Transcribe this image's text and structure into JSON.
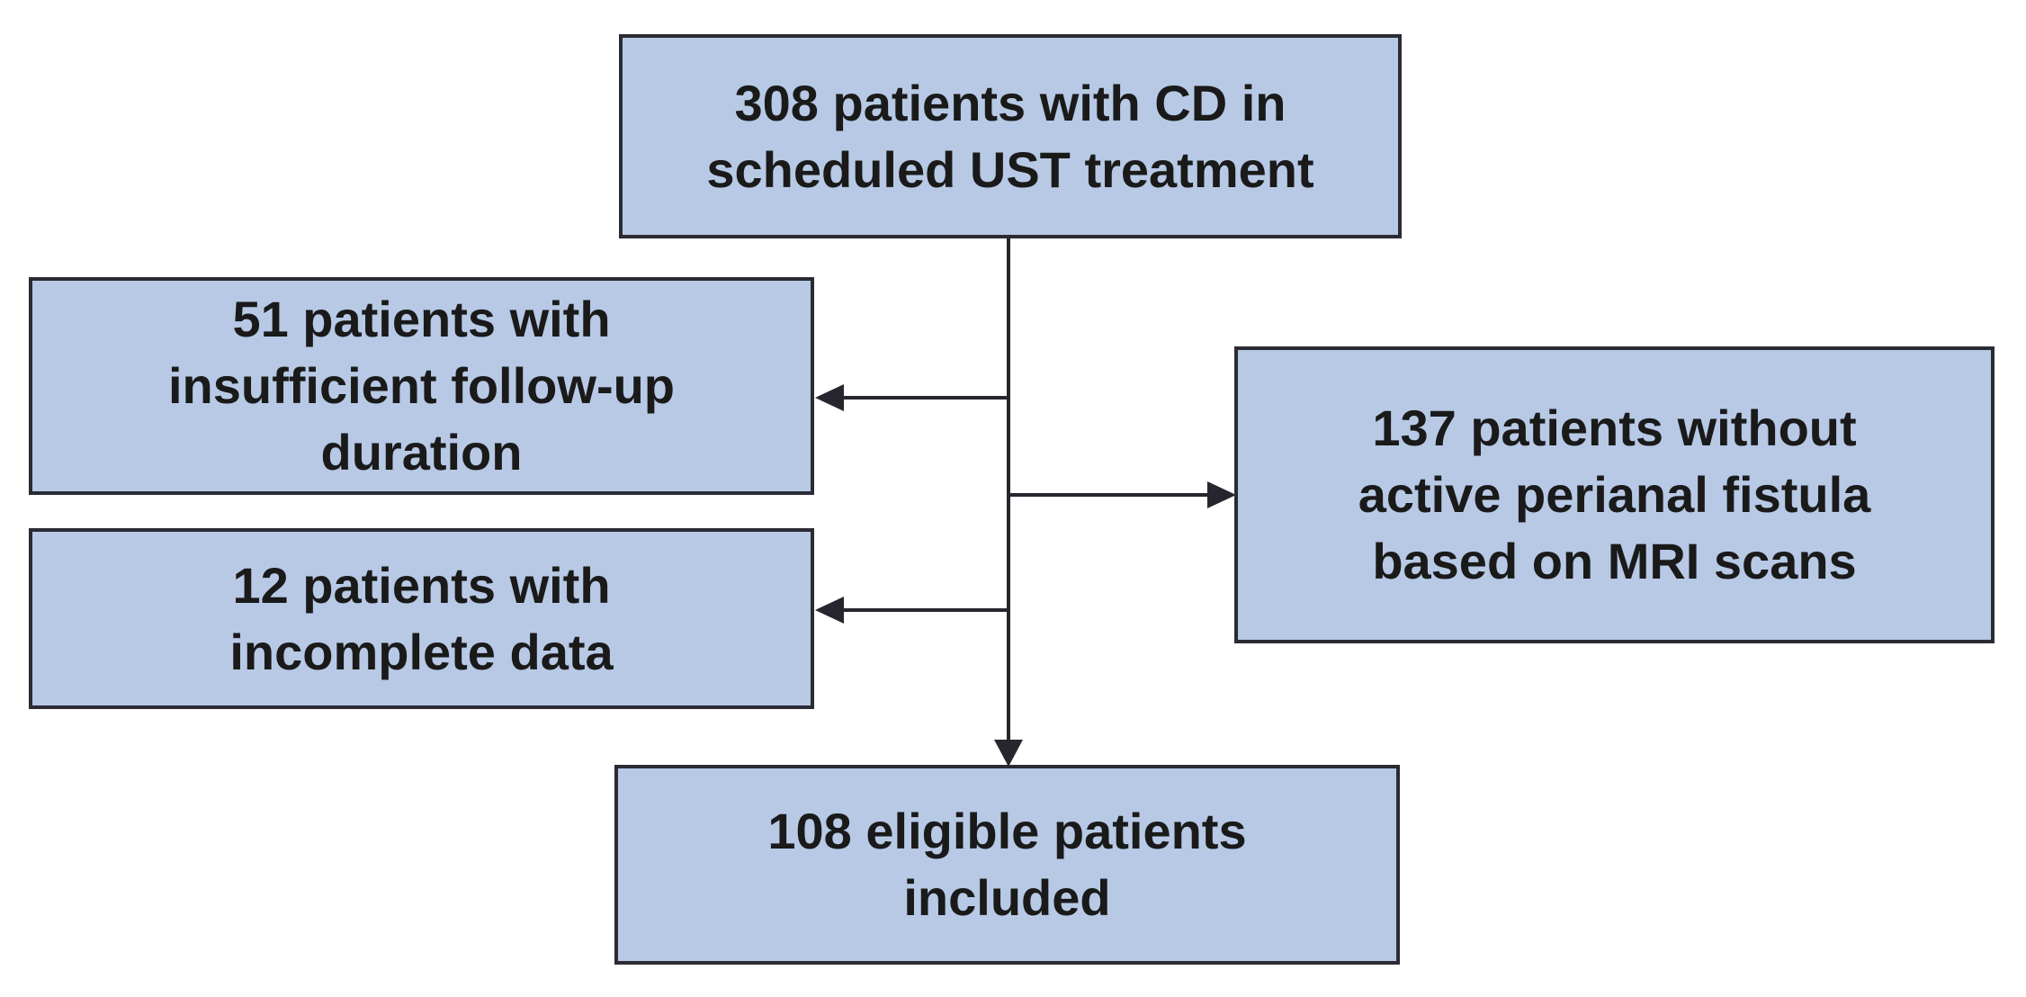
{
  "diagram": {
    "type": "patient-flowchart",
    "colors": {
      "background": "#ffffff",
      "box_fill": "#b7c9e5",
      "box_border": "#2b2b33",
      "line_color": "#26262e",
      "text_color": "#1a1a1a"
    },
    "nodes": {
      "enrolled": {
        "count": 308,
        "lines": [
          "308 patients with CD in",
          "scheduled UST treatment"
        ]
      },
      "excluded_followup": {
        "count": 51,
        "lines": [
          "51 patients with",
          "insufficient follow-up",
          "duration"
        ]
      },
      "excluded_incomplete": {
        "count": 12,
        "lines": [
          "12 patients with",
          "incomplete data"
        ]
      },
      "excluded_no_fistula": {
        "count": 137,
        "lines": [
          "137 patients without",
          "active perianal fistula",
          "based on MRI scans"
        ]
      },
      "included": {
        "count": 108,
        "lines": [
          "108 eligible patients",
          "included"
        ]
      }
    }
  }
}
